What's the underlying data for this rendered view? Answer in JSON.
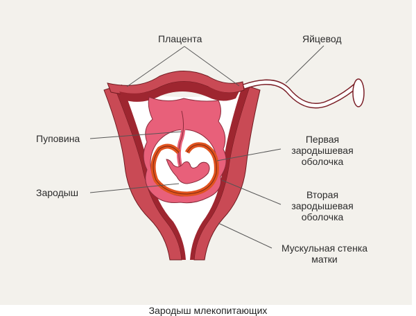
{
  "diagram": {
    "caption": "Зародыш млекопитающих",
    "labels": {
      "placenta": "Плацента",
      "oviduct": "Яйцевод",
      "umbilical_cord": "Пуповина",
      "embryo": "Зародыш",
      "first_membrane": [
        "Первая",
        "зародышевая",
        "оболочка"
      ],
      "second_membrane": [
        "Вторая",
        "зародышевая",
        "оболочка"
      ],
      "muscle_wall": [
        "Мускульная стенка",
        "матки"
      ]
    },
    "colors": {
      "background": "#f3f1ec",
      "uterus_outer": "#c94a55",
      "uterus_inner": "#9e2630",
      "outline": "#6e1a20",
      "placenta_tissue": "#e8607a",
      "amnion": "#e0531f",
      "cavity": "#ffffff",
      "leader_line": "#555555"
    }
  }
}
